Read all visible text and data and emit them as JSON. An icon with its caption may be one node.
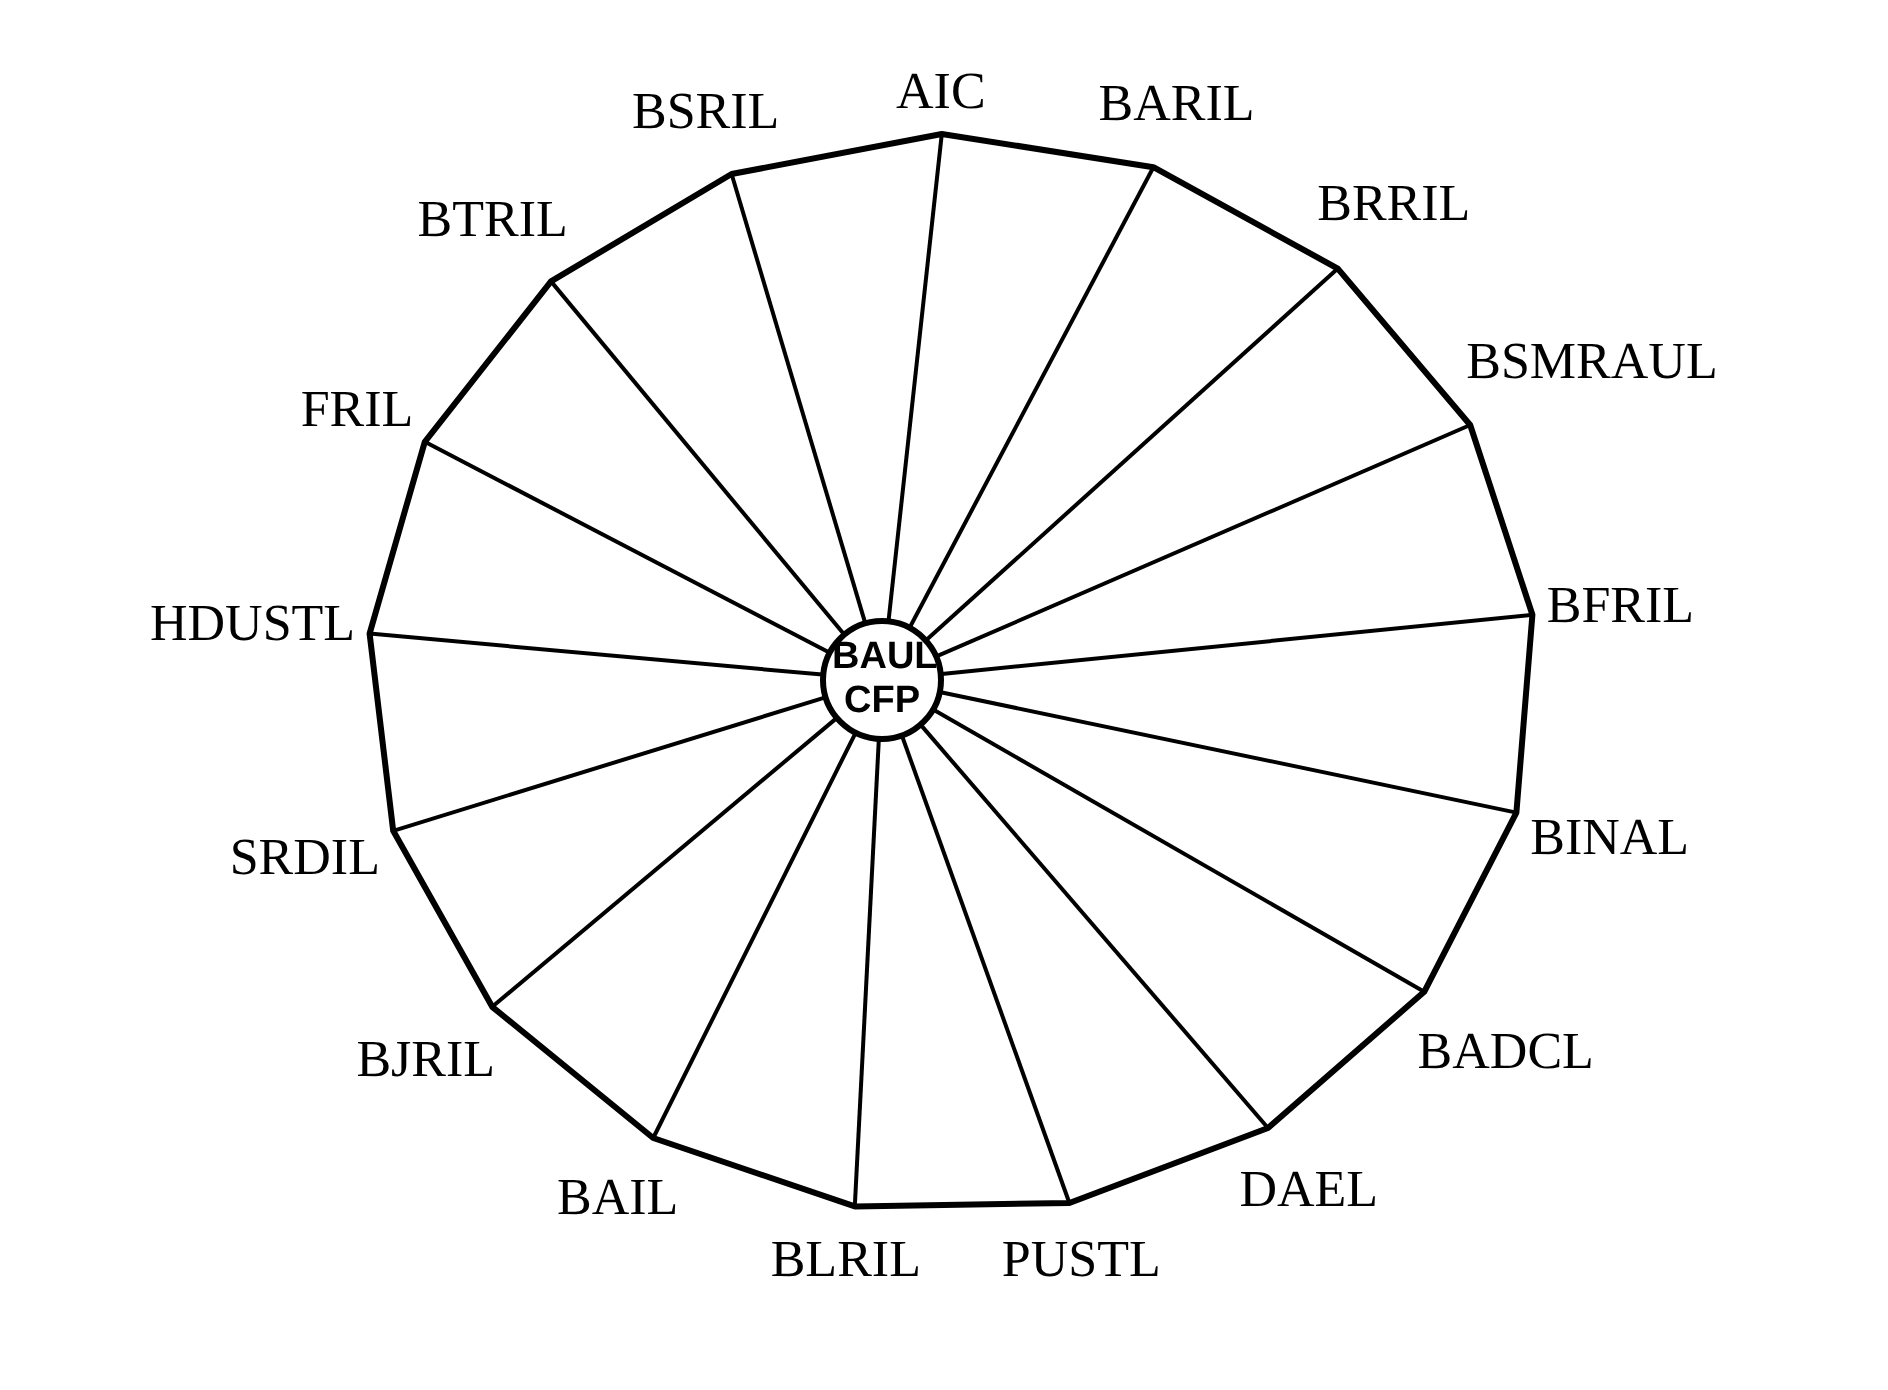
{
  "diagram": {
    "nodes": [
      {
        "text": [
          "BAUL CFP"
        ]
      },
      {
        "text": [
          "AIC"
        ]
      },
      {
        "text": [
          "BARIL"
        ]
      },
      {
        "text": [
          "BRRIL"
        ]
      },
      {
        "text": [
          "BSMRAUL"
        ]
      },
      {
        "text": [
          "BFRIL"
        ]
      },
      {
        "text": [
          "BINAL"
        ]
      },
      {
        "text": [
          "BADCL"
        ]
      },
      {
        "text": [
          "DAEL"
        ]
      },
      {
        "text": [
          "PUSTL"
        ]
      },
      {
        "text": [
          "BLRIL"
        ]
      },
      {
        "text": [
          "BAIL"
        ]
      },
      {
        "text": [
          "BJRIL"
        ]
      },
      {
        "text": [
          "SRDIL"
        ]
      },
      {
        "text": [
          "HDUSTL"
        ]
      },
      {
        "text": [
          "FRIL"
        ]
      },
      {
        "text": [
          "BTRIL"
        ]
      },
      {
        "text": [
          "BSRIL"
        ]
      }
    ],
    "edges": [
      {
        "from": 0,
        "to": 1,
        "arrow": "none"
      },
      {
        "from": 0,
        "to": 2,
        "arrow": "none"
      },
      {
        "from": 0,
        "to": 3,
        "arrow": "none"
      },
      {
        "from": 0,
        "to": 4,
        "arrow": "none"
      },
      {
        "from": 0,
        "to": 5,
        "arrow": "none"
      },
      {
        "from": 0,
        "to": 6,
        "arrow": "none"
      },
      {
        "from": 0,
        "to": 7,
        "arrow": "none"
      },
      {
        "from": 0,
        "to": 8,
        "arrow": "none"
      },
      {
        "from": 0,
        "to": 9,
        "arrow": "none"
      },
      {
        "from": 0,
        "to": 10,
        "arrow": "none"
      },
      {
        "from": 0,
        "to": 11,
        "arrow": "none"
      },
      {
        "from": 0,
        "to": 12,
        "arrow": "none"
      },
      {
        "from": 0,
        "to": 13,
        "arrow": "none"
      },
      {
        "from": 0,
        "to": 14,
        "arrow": "none"
      },
      {
        "from": 0,
        "to": 15,
        "arrow": "none"
      },
      {
        "from": 0,
        "to": 16,
        "arrow": "none"
      },
      {
        "from": 0,
        "to": 17,
        "arrow": "none"
      }
    ]
  }
}
